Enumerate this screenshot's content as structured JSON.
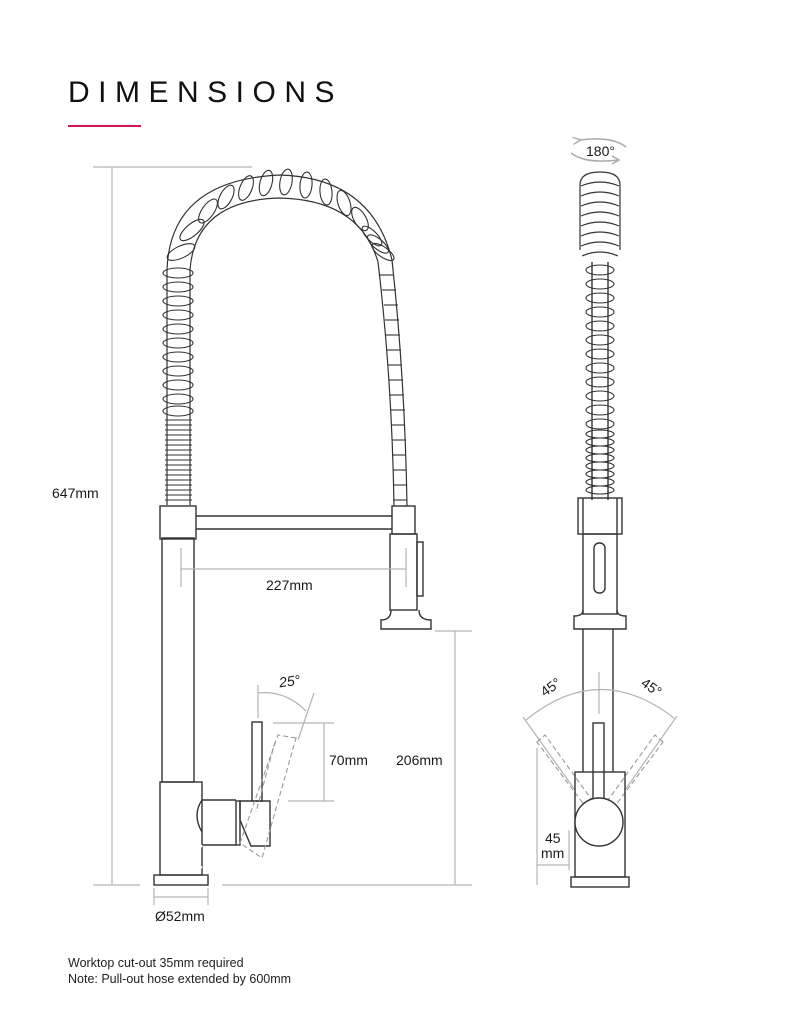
{
  "header": {
    "title": "DIMENSIONS",
    "accent_color": "#d4145a"
  },
  "front_view": {
    "total_height": "647mm",
    "spout_reach": "227mm",
    "lever_height": "70mm",
    "spout_clearance": "206mm",
    "lever_angle": "25°",
    "base_diameter": "Ø52mm"
  },
  "side_view": {
    "spray_rotation": "180°",
    "lever_angle_left": "45°",
    "lever_angle_right": "45°",
    "lever_offset_value": "45",
    "lever_offset_unit": "mm"
  },
  "notes": [
    "Worktop cut-out 35mm required",
    "Note: Pull-out hose extended by 600mm"
  ],
  "colors": {
    "line": "#333333",
    "dimension_line": "#b3b3b3",
    "dashed": "#999999"
  }
}
